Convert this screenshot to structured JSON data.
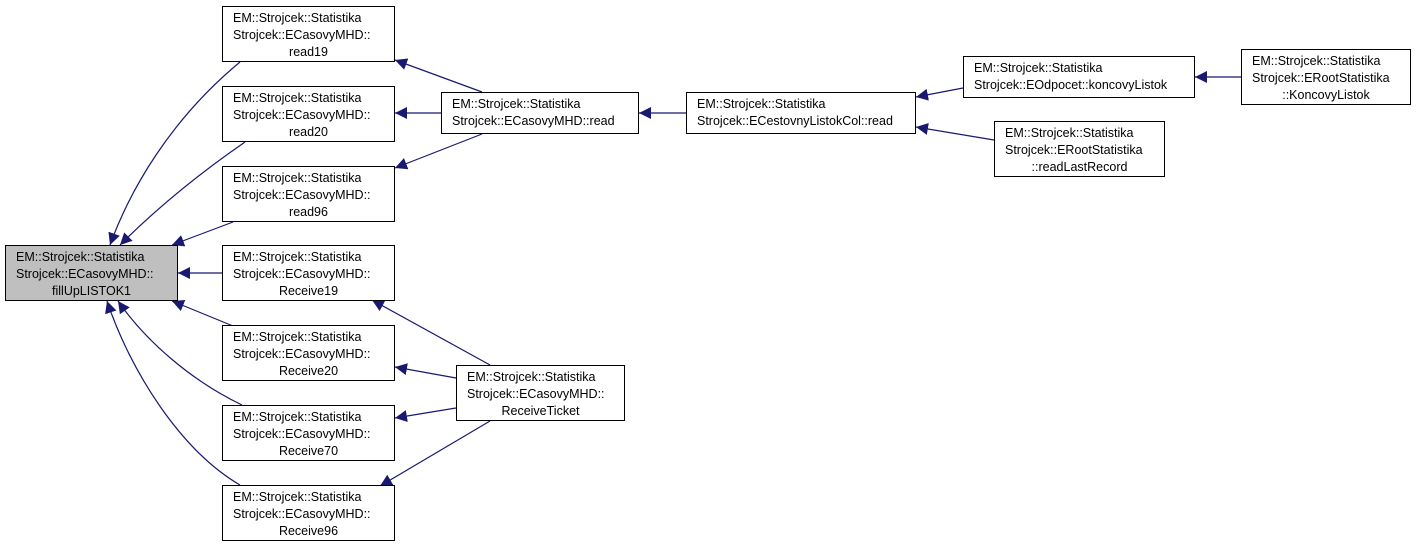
{
  "graph": {
    "edge_color": "#191970",
    "current_fill": "#bfbfbf",
    "nodes": [
      {
        "id": "fill",
        "lines": [
          "EM::Strojcek::Statistika",
          "Strojcek::ECasovyMHD::",
          "fillUpLISTOK1"
        ],
        "current": true
      },
      {
        "id": "read19",
        "lines": [
          "EM::Strojcek::Statistika",
          "Strojcek::ECasovyMHD::",
          "read19"
        ]
      },
      {
        "id": "read20",
        "lines": [
          "EM::Strojcek::Statistika",
          "Strojcek::ECasovyMHD::",
          "read20"
        ]
      },
      {
        "id": "read96",
        "lines": [
          "EM::Strojcek::Statistika",
          "Strojcek::ECasovyMHD::",
          "read96"
        ]
      },
      {
        "id": "recv19",
        "lines": [
          "EM::Strojcek::Statistika",
          "Strojcek::ECasovyMHD::",
          "Receive19"
        ]
      },
      {
        "id": "recv20",
        "lines": [
          "EM::Strojcek::Statistika",
          "Strojcek::ECasovyMHD::",
          "Receive20"
        ]
      },
      {
        "id": "recv70",
        "lines": [
          "EM::Strojcek::Statistika",
          "Strojcek::ECasovyMHD::",
          "Receive70"
        ]
      },
      {
        "id": "recv96",
        "lines": [
          "EM::Strojcek::Statistika",
          "Strojcek::ECasovyMHD::",
          "Receive96"
        ]
      },
      {
        "id": "read",
        "lines": [
          "EM::Strojcek::Statistika",
          "Strojcek::ECasovyMHD::read"
        ]
      },
      {
        "id": "ticket",
        "lines": [
          "EM::Strojcek::Statistika",
          "Strojcek::ECasovyMHD::",
          "ReceiveTicket"
        ]
      },
      {
        "id": "colread",
        "lines": [
          "EM::Strojcek::Statistika",
          "Strojcek::ECestovnyListokCol::read"
        ]
      },
      {
        "id": "koncovy",
        "lines": [
          "EM::Strojcek::Statistika",
          "Strojcek::EOdpocet::koncovyListok"
        ]
      },
      {
        "id": "lastrec",
        "lines": [
          "EM::Strojcek::Statistika",
          "Strojcek::ERootStatistika",
          "::readLastRecord"
        ]
      },
      {
        "id": "rootkoncovy",
        "lines": [
          "EM::Strojcek::Statistika",
          "Strojcek::ERootStatistika",
          "::KoncovyListok"
        ]
      }
    ],
    "edges": [
      {
        "from": "read19",
        "to": "fill"
      },
      {
        "from": "read20",
        "to": "fill"
      },
      {
        "from": "read96",
        "to": "fill"
      },
      {
        "from": "recv19",
        "to": "fill"
      },
      {
        "from": "recv20",
        "to": "fill"
      },
      {
        "from": "recv70",
        "to": "fill"
      },
      {
        "from": "recv96",
        "to": "fill"
      },
      {
        "from": "read",
        "to": "read19"
      },
      {
        "from": "read",
        "to": "read20"
      },
      {
        "from": "read",
        "to": "read96"
      },
      {
        "from": "ticket",
        "to": "recv19"
      },
      {
        "from": "ticket",
        "to": "recv20"
      },
      {
        "from": "ticket",
        "to": "recv70"
      },
      {
        "from": "ticket",
        "to": "recv96"
      },
      {
        "from": "colread",
        "to": "read"
      },
      {
        "from": "koncovy",
        "to": "colread"
      },
      {
        "from": "lastrec",
        "to": "colread"
      },
      {
        "from": "rootkoncovy",
        "to": "koncovy"
      }
    ]
  }
}
